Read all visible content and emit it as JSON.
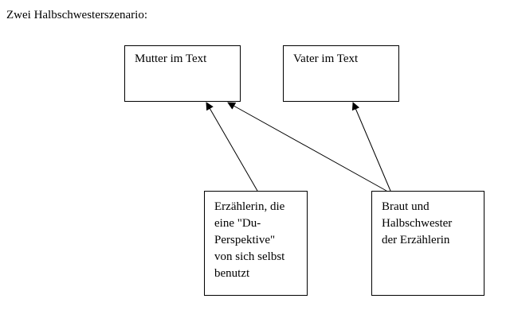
{
  "heading": "Zwei Halbschwesterszenario:",
  "boxes": {
    "mother": {
      "lines": [
        "Mutter im Text"
      ]
    },
    "father": {
      "lines": [
        "Vater im Text"
      ]
    },
    "narrator": {
      "lines": [
        "Erzählerin, die",
        "eine \"Du-",
        "Perspektive\"",
        "von sich selbst",
        "benutzt"
      ]
    },
    "bride": {
      "lines": [
        "Braut und",
        "Halbschwester",
        "der Erzählerin"
      ]
    }
  },
  "arrows": [
    {
      "from": "narrator",
      "to": "mother"
    },
    {
      "from": "bride",
      "to": "mother"
    },
    {
      "from": "bride",
      "to": "father"
    }
  ]
}
